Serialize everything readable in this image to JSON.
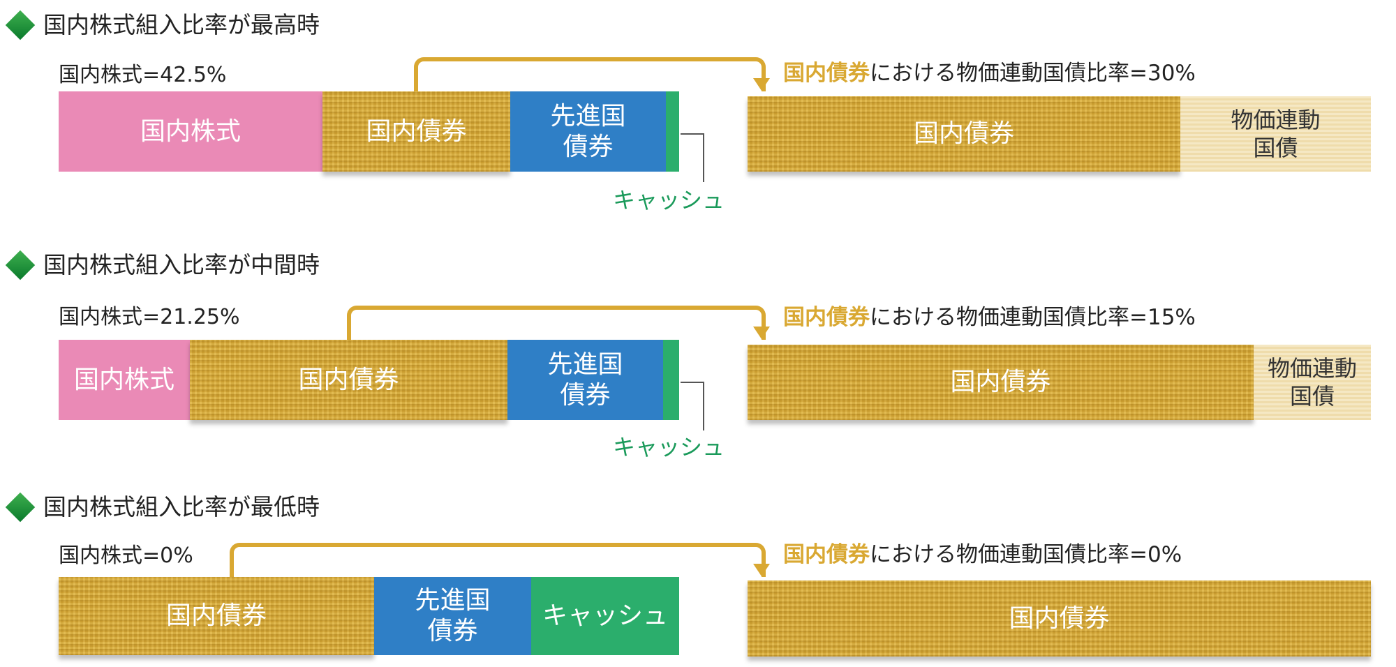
{
  "colors": {
    "equity": "#ea8ab6",
    "domestic_bond": "#d8ab3a",
    "foreign_bond": "#2f7fc6",
    "cash": "#2bae6c",
    "inflation_bond": "#efdcab",
    "arrow": "#d9a832"
  },
  "sections": [
    {
      "heading": "国内株式組入比率が最高時",
      "equity_label": "国内株式=42.5%",
      "left": {
        "equity": "国内株式",
        "domestic_bond": "国内債券",
        "foreign_bond": "先進国\n債券",
        "cash": "キャッシュ"
      },
      "right_title": {
        "highlight": "国内債券",
        "rest": "における物価連動国債比率=30%"
      },
      "right": {
        "domestic_bond": "国内債券",
        "inflation_bond": "物価連動\n国債"
      }
    },
    {
      "heading": "国内株式組入比率が中間時",
      "equity_label": "国内株式=21.25%",
      "left": {
        "equity": "国内株式",
        "domestic_bond": "国内債券",
        "foreign_bond": "先進国\n債券",
        "cash": "キャッシュ"
      },
      "right_title": {
        "highlight": "国内債券",
        "rest": "における物価連動国債比率=15%"
      },
      "right": {
        "domestic_bond": "国内債券",
        "inflation_bond": "物価連動\n国債"
      }
    },
    {
      "heading": "国内株式組入比率が最低時",
      "equity_label": "国内株式=0%",
      "left": {
        "domestic_bond": "国内債券",
        "foreign_bond": "先進国\n債券",
        "cash": "キャッシュ"
      },
      "right_title": {
        "highlight": "国内債券",
        "rest": "における物価連動国債比率=0%"
      },
      "right": {
        "domestic_bond": "国内債券"
      }
    }
  ]
}
